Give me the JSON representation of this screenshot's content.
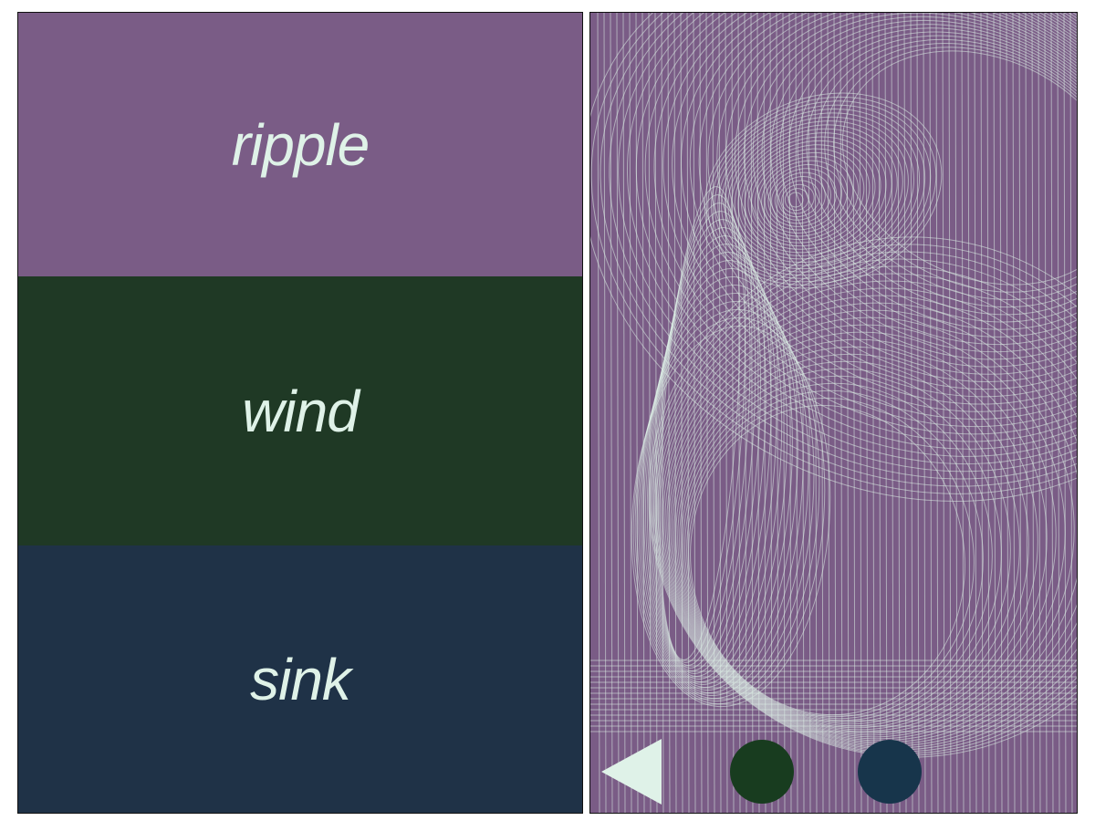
{
  "menu": {
    "items": [
      {
        "label": "ripple",
        "color": "#7a5c86"
      },
      {
        "label": "wind",
        "color": "#1f3925"
      },
      {
        "label": "sink",
        "color": "#1f3247"
      }
    ]
  },
  "canvas": {
    "background": "#7a5c86",
    "stroke_color": "#dcefe6"
  },
  "controls": {
    "back_icon": "triangle-left-icon",
    "back_color": "#dff2e8",
    "circles": [
      {
        "name": "wind",
        "color": "#183c1f"
      },
      {
        "name": "sink",
        "color": "#17354b"
      }
    ]
  }
}
